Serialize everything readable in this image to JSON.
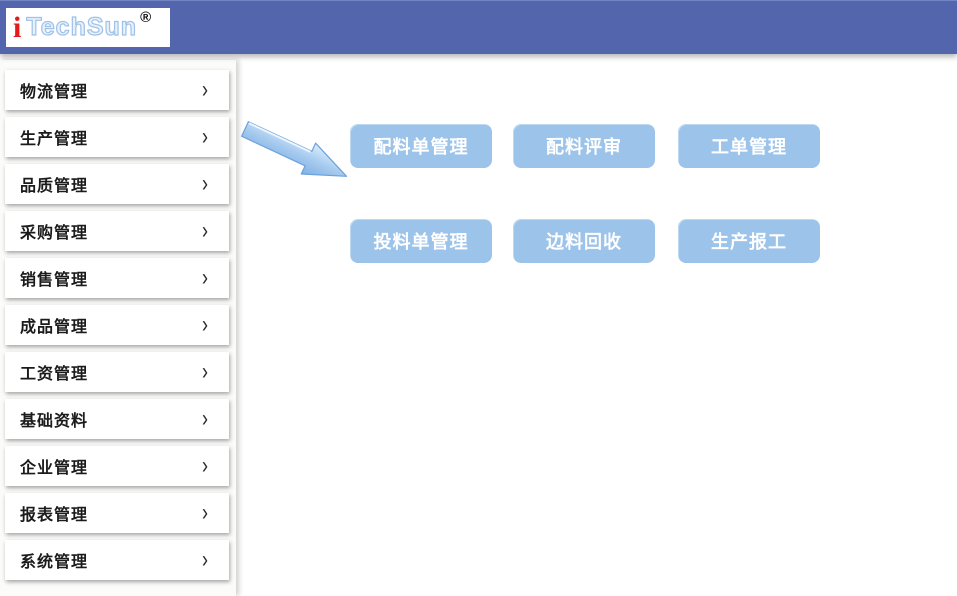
{
  "header": {
    "logo": {
      "i_mark": "i",
      "brand": "TechSun",
      "registered": "®"
    },
    "bg_color": "#5365ac"
  },
  "sidebar": {
    "chevron_glyph": "›",
    "items": [
      {
        "label": "物流管理"
      },
      {
        "label": "生产管理"
      },
      {
        "label": "品质管理"
      },
      {
        "label": "采购管理"
      },
      {
        "label": "销售管理"
      },
      {
        "label": "成品管理"
      },
      {
        "label": "工资管理"
      },
      {
        "label": "基础资料"
      },
      {
        "label": "企业管理"
      },
      {
        "label": "报表管理"
      },
      {
        "label": "系统管理"
      }
    ]
  },
  "main": {
    "button_color": "#9cc3e9",
    "buttons": [
      {
        "label": "配料单管理"
      },
      {
        "label": "配料评审"
      },
      {
        "label": "工单管理"
      },
      {
        "label": "投料单管理"
      },
      {
        "label": "边料回收"
      },
      {
        "label": "生产报工"
      }
    ]
  },
  "decorations": {
    "arrow": "blue-3d-arrow-pointing-to-buttons"
  }
}
